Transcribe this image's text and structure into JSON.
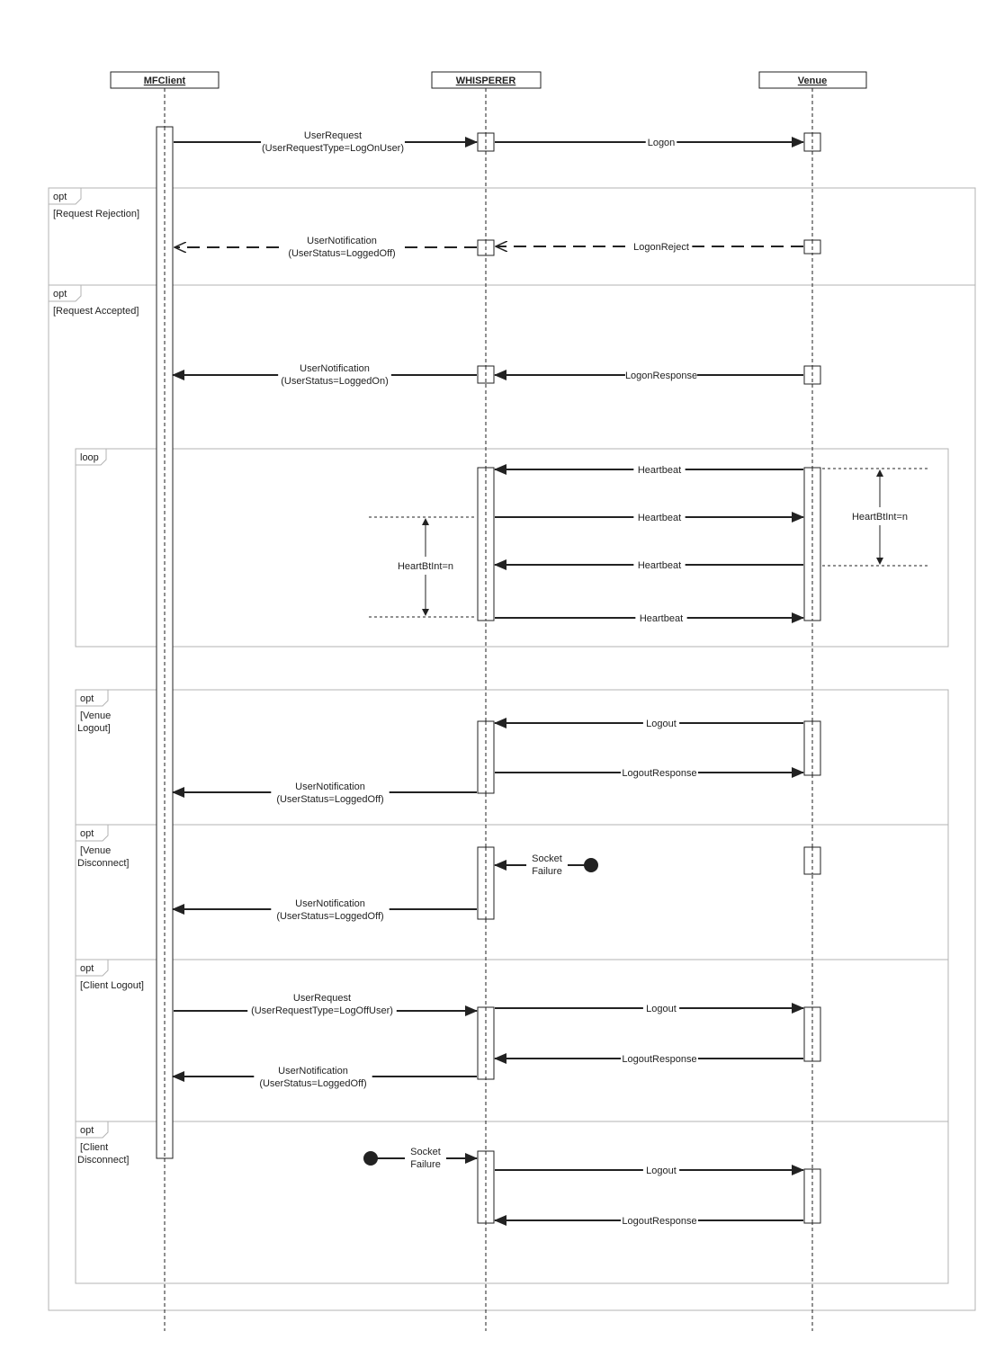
{
  "lifelines": [
    {
      "id": "client",
      "name": "MFClient"
    },
    {
      "id": "whisperer",
      "name": "WHISPERER"
    },
    {
      "id": "venue",
      "name": "Venue"
    }
  ],
  "fragments": [
    {
      "id": "opt-request-rejection",
      "tag": "opt",
      "condition": [
        "[Request Rejection]"
      ]
    },
    {
      "id": "opt-request-accepted",
      "tag": "opt",
      "condition": [
        "[Request Accepted]"
      ]
    },
    {
      "id": "loop-heartbeat",
      "tag": "loop",
      "condition": []
    },
    {
      "id": "opt-venue-logout",
      "tag": "opt",
      "condition": [
        "[Venue",
        "Logout]"
      ]
    },
    {
      "id": "opt-venue-disconnect",
      "tag": "opt",
      "condition": [
        "[Venue",
        "Disconnect]"
      ]
    },
    {
      "id": "opt-client-logout",
      "tag": "opt",
      "condition": [
        "[Client Logout]"
      ]
    },
    {
      "id": "opt-client-disconnect",
      "tag": "opt",
      "condition": [
        "[Client",
        "Disconnect]"
      ]
    }
  ],
  "messages": [
    {
      "id": "m1",
      "from": "client",
      "to": "whisperer",
      "style": "sync",
      "label": [
        "UserRequest",
        "(UserRequestType=LogOnUser)"
      ]
    },
    {
      "id": "m2",
      "from": "whisperer",
      "to": "venue",
      "style": "sync",
      "label": [
        "Logon"
      ]
    },
    {
      "id": "m3",
      "from": "venue",
      "to": "whisperer",
      "style": "dashed",
      "label": [
        "LogonReject"
      ]
    },
    {
      "id": "m4",
      "from": "whisperer",
      "to": "client",
      "style": "dashed",
      "label": [
        "UserNotification",
        "(UserStatus=LoggedOff)"
      ]
    },
    {
      "id": "m5",
      "from": "venue",
      "to": "whisperer",
      "style": "sync",
      "label": [
        "LogonResponse"
      ]
    },
    {
      "id": "m6",
      "from": "whisperer",
      "to": "client",
      "style": "sync",
      "label": [
        "UserNotification",
        "(UserStatus=LoggedOn)"
      ]
    },
    {
      "id": "m7",
      "from": "venue",
      "to": "whisperer",
      "style": "sync",
      "label": [
        "Heartbeat"
      ]
    },
    {
      "id": "m8",
      "from": "whisperer",
      "to": "venue",
      "style": "sync",
      "label": [
        "Heartbeat"
      ]
    },
    {
      "id": "m9",
      "from": "venue",
      "to": "whisperer",
      "style": "sync",
      "label": [
        "Heartbeat"
      ]
    },
    {
      "id": "m10",
      "from": "whisperer",
      "to": "venue",
      "style": "sync",
      "label": [
        "Heartbeat"
      ]
    },
    {
      "id": "m11",
      "from": "venue",
      "to": "whisperer",
      "style": "sync",
      "label": [
        "Logout"
      ]
    },
    {
      "id": "m12",
      "from": "whisperer",
      "to": "venue",
      "style": "sync",
      "label": [
        "LogoutResponse"
      ]
    },
    {
      "id": "m13",
      "from": "whisperer",
      "to": "client",
      "style": "sync",
      "label": [
        "UserNotification",
        "(UserStatus=LoggedOff)"
      ]
    },
    {
      "id": "m14",
      "from": "found",
      "to": "whisperer",
      "style": "sync",
      "label": [
        "Socket",
        "Failure"
      ]
    },
    {
      "id": "m15",
      "from": "whisperer",
      "to": "client",
      "style": "sync",
      "label": [
        "UserNotification",
        "(UserStatus=LoggedOff)"
      ]
    },
    {
      "id": "m16",
      "from": "client",
      "to": "whisperer",
      "style": "sync",
      "label": [
        "UserRequest",
        "(UserRequestType=LogOffUser)"
      ]
    },
    {
      "id": "m17",
      "from": "whisperer",
      "to": "venue",
      "style": "sync",
      "label": [
        "Logout"
      ]
    },
    {
      "id": "m18",
      "from": "venue",
      "to": "whisperer",
      "style": "sync",
      "label": [
        "LogoutResponse"
      ]
    },
    {
      "id": "m19",
      "from": "whisperer",
      "to": "client",
      "style": "sync",
      "label": [
        "UserNotification",
        "(UserStatus=LoggedOff)"
      ]
    },
    {
      "id": "m20",
      "from": "found",
      "to": "whisperer",
      "style": "sync",
      "label": [
        "Socket",
        "Failure"
      ]
    },
    {
      "id": "m21",
      "from": "whisperer",
      "to": "venue",
      "style": "sync",
      "label": [
        "Logout"
      ]
    },
    {
      "id": "m22",
      "from": "venue",
      "to": "whisperer",
      "style": "sync",
      "label": [
        "LogoutResponse"
      ]
    }
  ],
  "notes": [
    {
      "id": "heartbeat-interval-venue",
      "label": "HeartBtInt=n"
    },
    {
      "id": "heartbeat-interval-whisperer",
      "label": "HeartBtInt=n"
    }
  ]
}
